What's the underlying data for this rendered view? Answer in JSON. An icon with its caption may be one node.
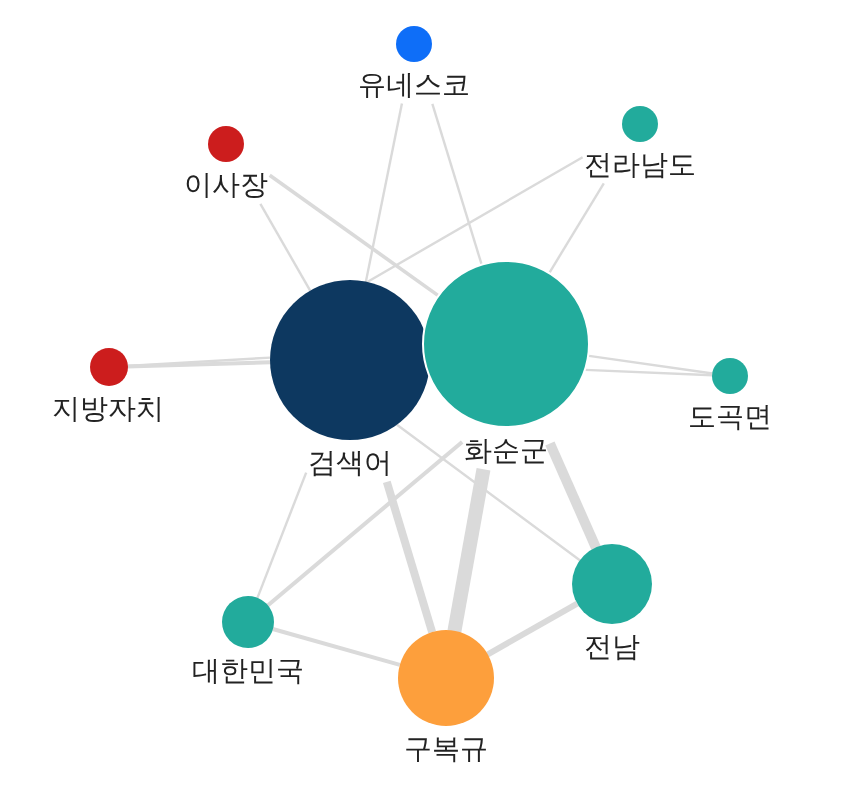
{
  "diagram": {
    "nodes": [
      {
        "text": [
          "유네스코"
        ]
      },
      {
        "text": [
          "이사장"
        ]
      },
      {
        "text": [
          "전라남도"
        ]
      },
      {
        "text": [
          "지방자치"
        ]
      },
      {
        "text": [
          "검색어"
        ]
      },
      {
        "text": [
          "화순군"
        ]
      },
      {
        "text": [
          "도곡면"
        ]
      },
      {
        "text": [
          "대한민국"
        ]
      },
      {
        "text": [
          "전남"
        ]
      },
      {
        "text": [
          "구복규"
        ]
      }
    ],
    "edges": [
      {
        "from": 0,
        "to": 4,
        "arrow": "none"
      },
      {
        "from": 0,
        "to": 5,
        "arrow": "none"
      },
      {
        "from": 1,
        "to": 4,
        "arrow": "none"
      },
      {
        "from": 1,
        "to": 5,
        "arrow": "none"
      },
      {
        "from": 2,
        "to": 4,
        "arrow": "none"
      },
      {
        "from": 2,
        "to": 5,
        "arrow": "none"
      },
      {
        "from": 3,
        "to": 4,
        "arrow": "none"
      },
      {
        "from": 3,
        "to": 4,
        "arrow": "none"
      },
      {
        "from": 5,
        "to": 6,
        "arrow": "none"
      },
      {
        "from": 5,
        "to": 6,
        "arrow": "none"
      },
      {
        "from": 7,
        "to": 4,
        "arrow": "none"
      },
      {
        "from": 7,
        "to": 5,
        "arrow": "none"
      },
      {
        "from": 7,
        "to": 9,
        "arrow": "none"
      },
      {
        "from": 4,
        "to": 9,
        "arrow": "none",
        "style": "thick"
      },
      {
        "from": 5,
        "to": 9,
        "arrow": "none",
        "style": "thick"
      },
      {
        "from": 5,
        "to": 8,
        "arrow": "none",
        "style": "thick"
      },
      {
        "from": 4,
        "to": 8,
        "arrow": "none"
      },
      {
        "from": 9,
        "to": 8,
        "arrow": "none",
        "style": "thick"
      }
    ]
  }
}
